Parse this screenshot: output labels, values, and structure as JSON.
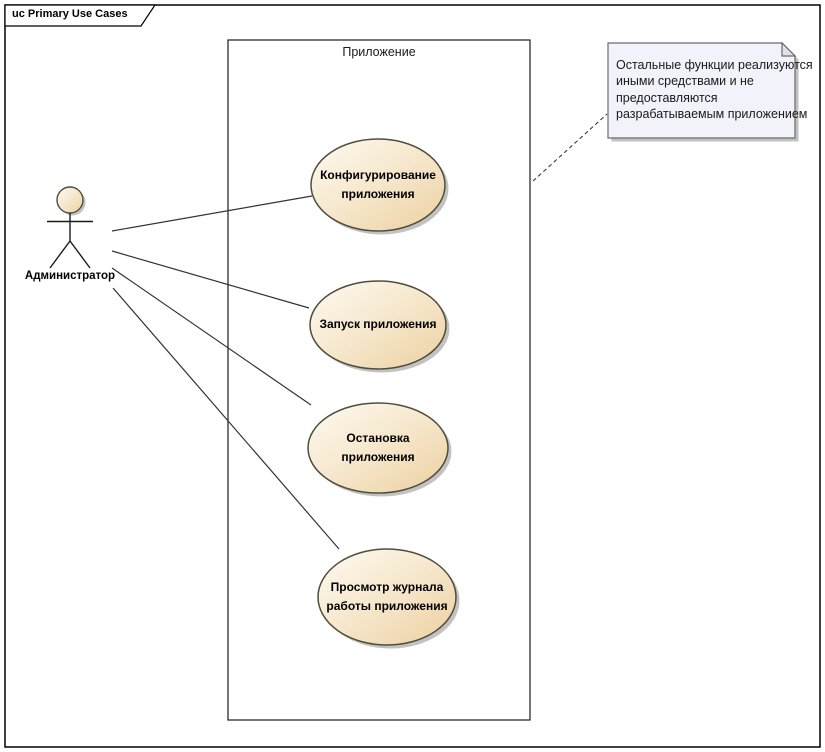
{
  "frame": {
    "label": "uc Primary Use Cases"
  },
  "system_boundary": {
    "label": "Приложение"
  },
  "actor": {
    "label": "Администратор"
  },
  "use_cases": [
    {
      "label": "Конфигурирование приложения"
    },
    {
      "label": "Запуск приложения"
    },
    {
      "label": "Остановка приложения"
    },
    {
      "label": "Просмотр журнала работы приложения"
    }
  ],
  "note": {
    "lines": [
      "Остальные функции реализуются",
      "иными средствами и не",
      "предоставляются",
      "разрабатываемым приложением"
    ]
  },
  "colors": {
    "usecase_fill_light": "#fdf8ee",
    "usecase_fill_dark": "#ecd0a0",
    "usecase_stroke": "#4e4e3c",
    "note_fill": "#f2f2fa",
    "note_fold": "#e1e1ec",
    "note_stroke": "#6b6b6b",
    "shadow": "#c2c2c2",
    "connector": "#333333",
    "frame_stroke": "#000000"
  }
}
